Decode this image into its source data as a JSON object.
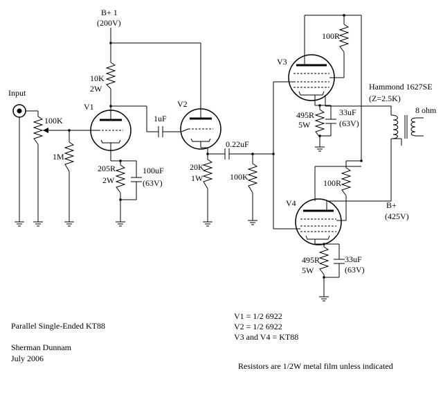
{
  "labels": {
    "bplus1": "B+ 1",
    "bplus1_v": "(200V)",
    "input": "Input",
    "pot": "100K",
    "r1m": "1M",
    "v1": "V1",
    "r10k": "10K",
    "r10k_w": "2W",
    "r205": "205R",
    "r205_w": "2W",
    "c100": "100uF",
    "c100_v": "(63V)",
    "c1u": "1uF",
    "v2": "V2",
    "r20k": "20K",
    "r20k_w": "1W",
    "c022": "0.22uF",
    "r100k": "100K",
    "v3": "V3",
    "r100r_top": "100R",
    "r495_top": "495R",
    "r495_top_w": "5W",
    "c33_top": "33uF",
    "c33_top_v": "(63V)",
    "xfmr": "Hammond 1627SE",
    "xfmr_z": "(Z=2.5K)",
    "spk": "8 ohm",
    "bplus": "B+",
    "bplus_v": "(425V)",
    "v4": "V4",
    "r100r_bot": "100R",
    "r495_bot": "495R",
    "r495_bot_w": "5W",
    "c33_bot": "33uF",
    "c33_bot_v": "(63V)"
  },
  "notes": {
    "title": "Parallel Single-Ended KT88",
    "author": "Sherman Dunnam",
    "date": "July 2006",
    "tube1": "V1 = 1/2 6922",
    "tube2": "V2 = 1/2 6922",
    "tube3": "V3 and V4 = KT88",
    "resistor_note": "Resistors are 1/2W metal film unless indicated"
  }
}
